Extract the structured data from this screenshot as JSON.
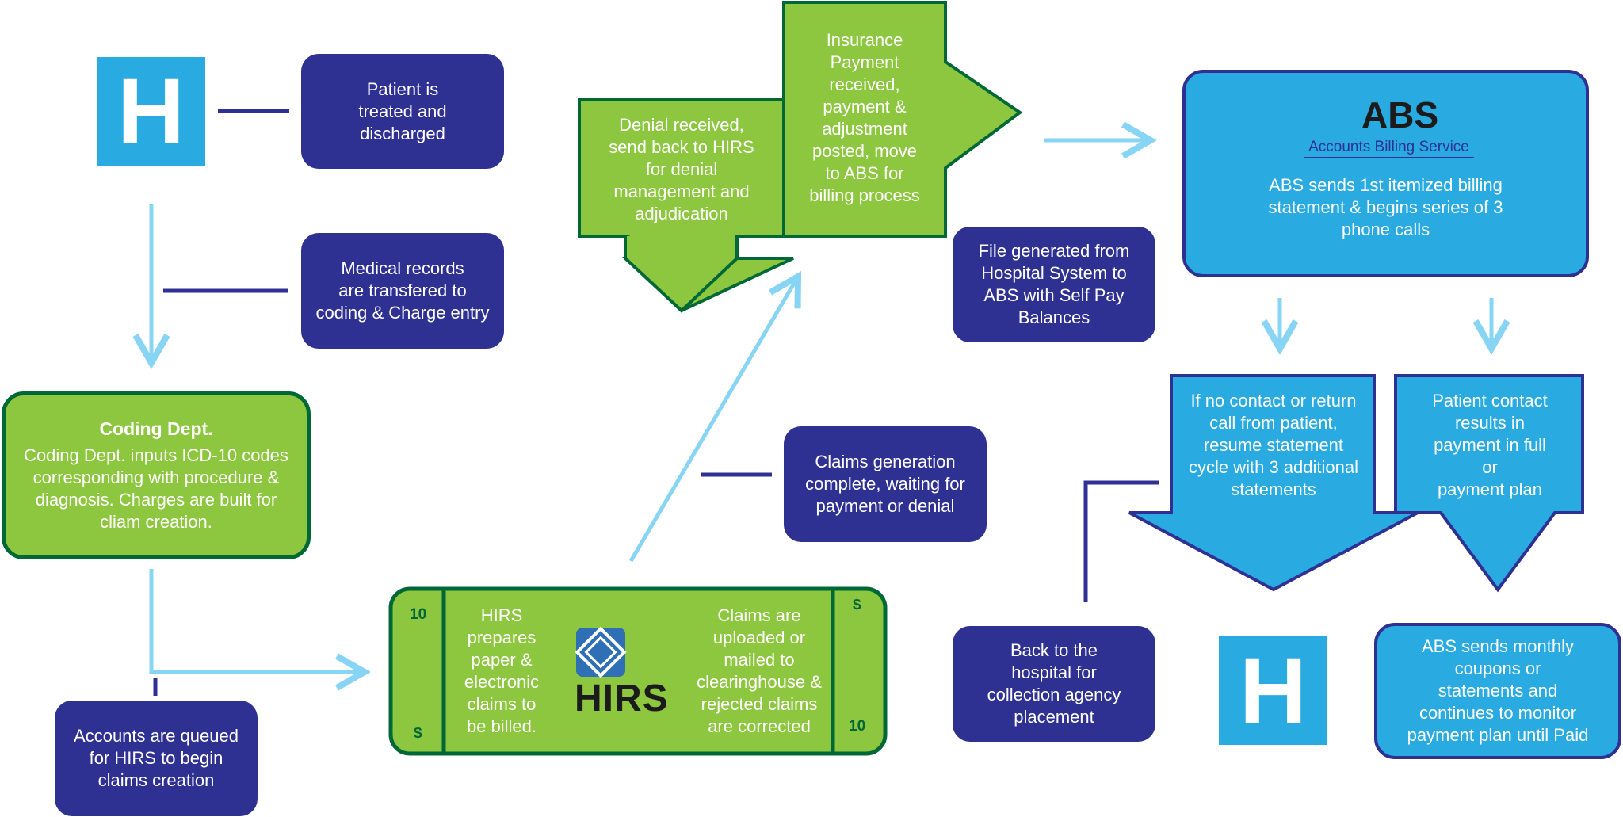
{
  "colors": {
    "navy": "#2E3192",
    "light_blue": "#29ABE2",
    "green": "#8DC63F",
    "dark_green": "#006837",
    "arrow_blue": "#87D4F5"
  },
  "icons": {
    "hospital": "H",
    "bill_value": "10",
    "bill_currency": "$"
  },
  "nodes": {
    "patient_treated": "Patient is\ntreated and\ndischarged",
    "medical_records": "Medical records\nare transfered to\ncoding & Charge entry",
    "coding_title": "Coding Dept.",
    "coding_body": "Coding Dept. inputs ICD-10 codes\ncorresponding with procedure &\ndiagnosis. Charges are built for\ncliam creation.",
    "accounts_queued": "Accounts are queued\nfor HIRS to begin\nclaims creation",
    "hirs_prepares": "HIRS\nprepares\npaper &\nelectronic\nclaims to\nbe billed.",
    "claims_uploaded": "Claims are\nuploaded or\nmailed to\nclearinghouse &\nrejected claims\nare corrected",
    "claims_generation": "Claims generation\ncomplete, waiting for\npayment or denial",
    "denial_received": "Denial received,\nsend back to HIRS\nfor denial\nmanagement and\nadjudication",
    "insurance_payment": "Insurance\nPayment\nreceived,\npayment &\nadjustment\nposted, move\nto ABS for\nbilling process",
    "file_generated": "File generated from\nHospital System to\nABS with Self Pay\nBalances",
    "abs_statement": "ABS sends 1st itemized billing\nstatement & begins series of 3\nphone calls",
    "no_contact": "If no contact or return\ncall from patient,\nresume statement\ncycle with 3 additional\nstatements",
    "patient_contact": "Patient contact\nresults in\npayment in full\nor\npayment plan",
    "back_to_hospital": "Back to the\nhospital for\ncollection agency\nplacement",
    "abs_monthly": "ABS sends monthly\ncoupons or\nstatements and\ncontinues to monitor\npayment plan until Paid"
  },
  "logos": {
    "abs_name": "ABS",
    "abs_tagline": "Accounts Billing Service",
    "hirs_name": "HIRS"
  }
}
